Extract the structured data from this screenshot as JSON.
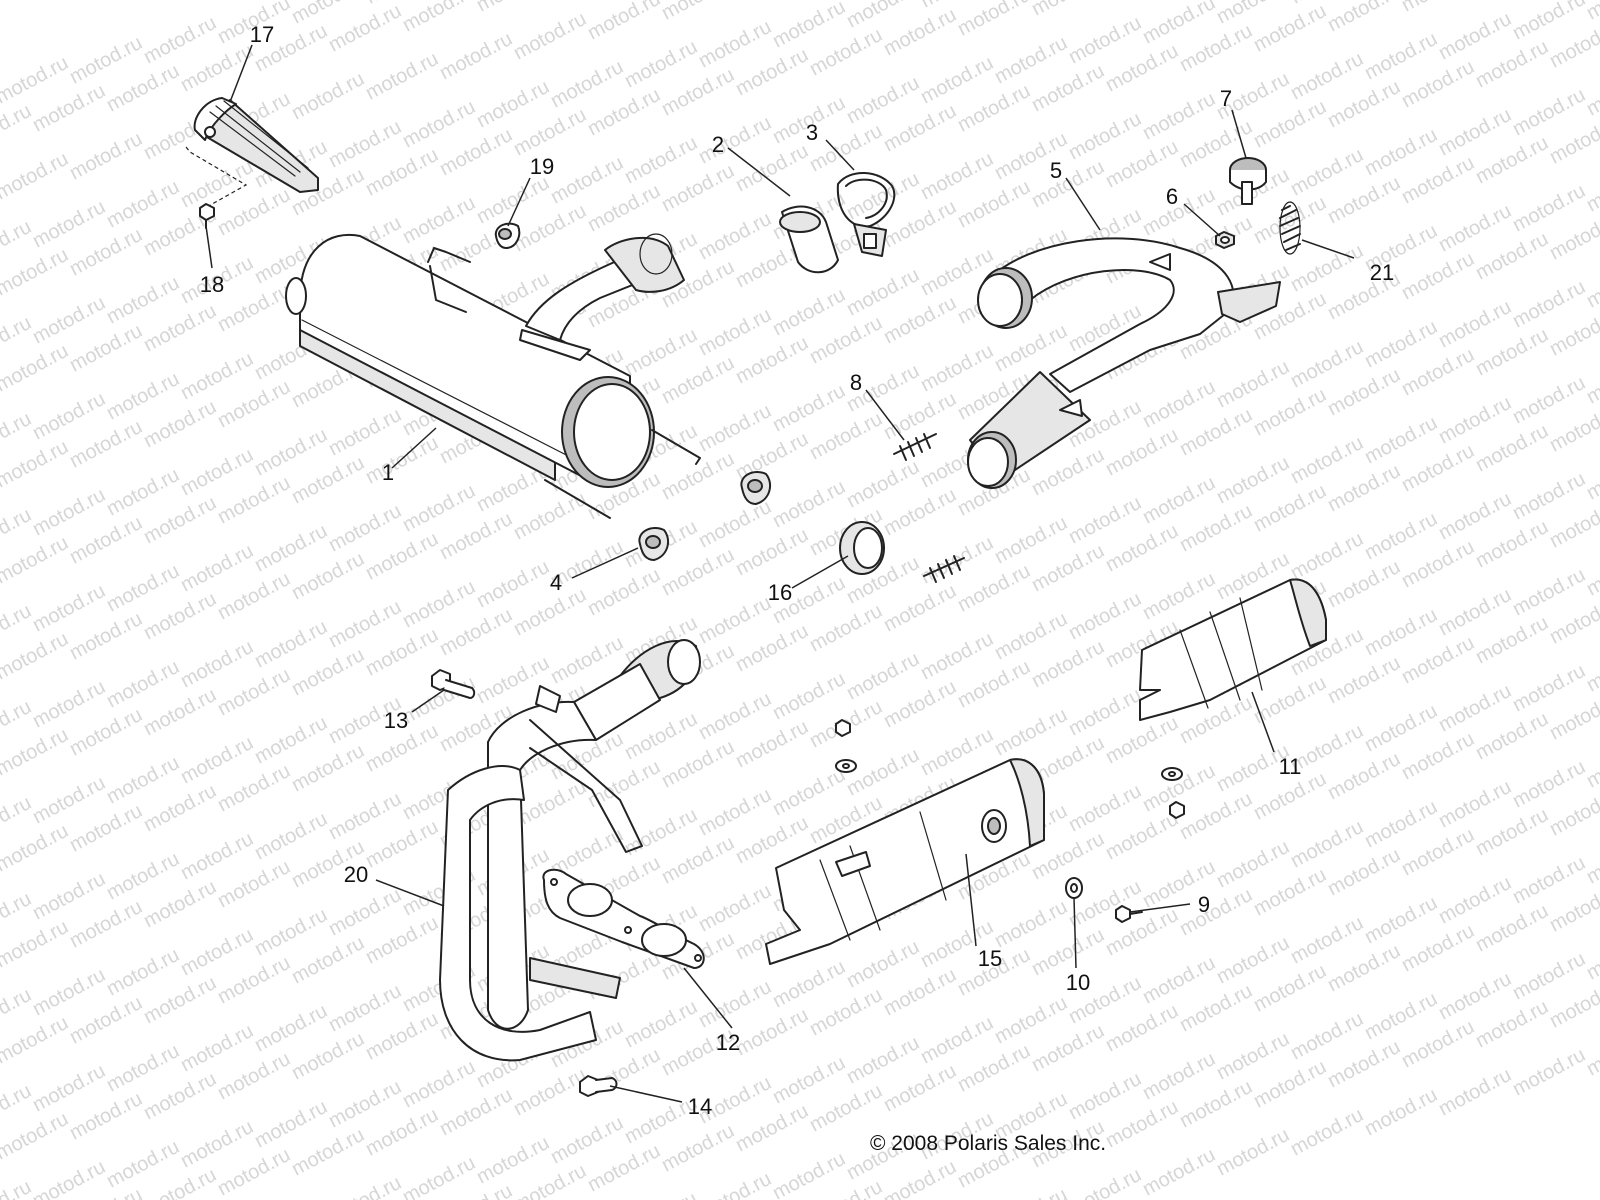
{
  "watermark": "motod.ru",
  "copyright": "© 2008 Polaris Sales Inc.",
  "parts": [
    {
      "id": "p1",
      "label": "1"
    },
    {
      "id": "p2",
      "label": "2"
    },
    {
      "id": "p3",
      "label": "3"
    },
    {
      "id": "p4",
      "label": "4"
    },
    {
      "id": "p5",
      "label": "5"
    },
    {
      "id": "p6",
      "label": "6"
    },
    {
      "id": "p7",
      "label": "7"
    },
    {
      "id": "p8",
      "label": "8"
    },
    {
      "id": "p9",
      "label": "9"
    },
    {
      "id": "p10",
      "label": "10"
    },
    {
      "id": "p11",
      "label": "11"
    },
    {
      "id": "p12",
      "label": "12"
    },
    {
      "id": "p13",
      "label": "13"
    },
    {
      "id": "p14",
      "label": "14"
    },
    {
      "id": "p15",
      "label": "15"
    },
    {
      "id": "p16",
      "label": "16"
    },
    {
      "id": "p17",
      "label": "17"
    },
    {
      "id": "p18",
      "label": "18"
    },
    {
      "id": "p19",
      "label": "19"
    },
    {
      "id": "p20",
      "label": "20"
    },
    {
      "id": "p21",
      "label": "21"
    }
  ]
}
